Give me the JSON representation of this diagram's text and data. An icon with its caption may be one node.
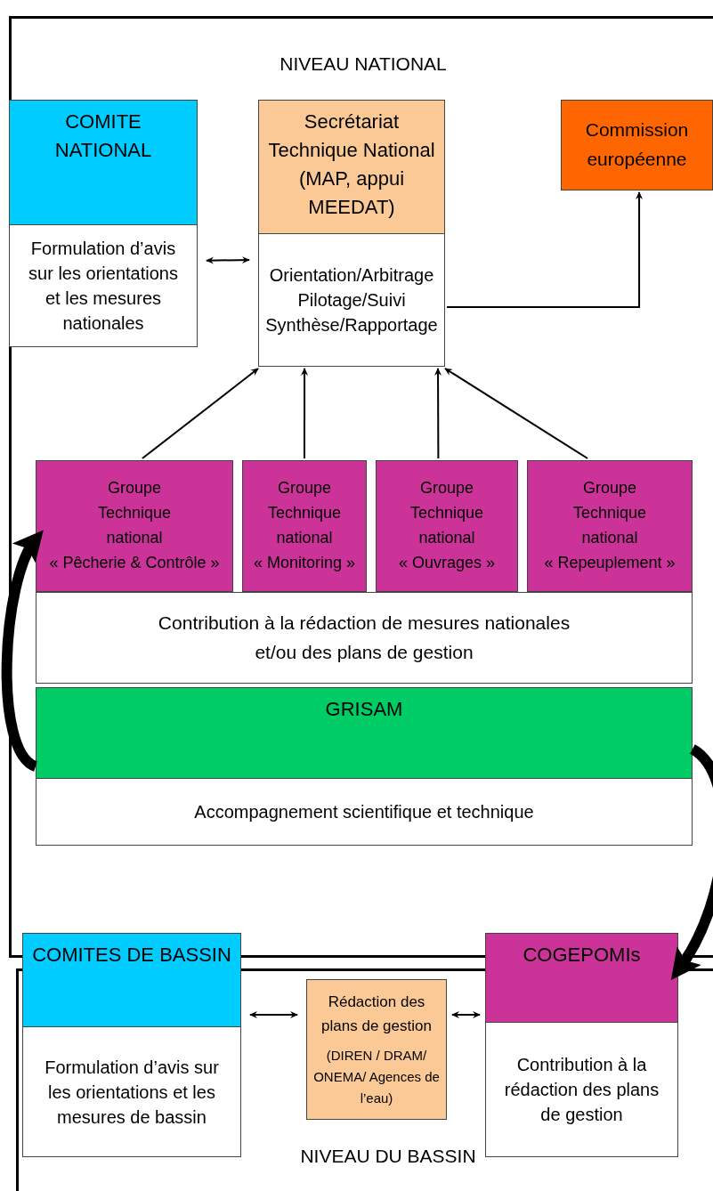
{
  "diagram": {
    "nodes": [
      {
        "text": [
          "NIVEAU NATIONAL"
        ]
      },
      {
        "text": [
          "COMITE NATIONAL",
          "Formulation d’avis sur les orientations et les mesures nationales"
        ],
        "in": 0
      },
      {
        "text": [
          "Secrétariat Technique National (MAP, appui MEEDAT)",
          "Orientation/Arbitrage Pilotage/Suivi Synthèse/Rapportage"
        ],
        "in": 0
      },
      {
        "text": [
          "Commission européenne"
        ],
        "in": 0
      },
      {
        "text": [
          "Groupe Technique national",
          "« Pêcherie & Contrôle »"
        ],
        "in": 0
      },
      {
        "text": [
          "Groupe Technique national",
          "« Monitoring »"
        ],
        "in": 0
      },
      {
        "text": [
          "Groupe Technique national",
          "« Ouvrages »"
        ],
        "in": 0
      },
      {
        "text": [
          "Groupe Technique national",
          "« Repeuplement »"
        ],
        "in": 0
      },
      {
        "text": [
          "Contribution à la rédaction de mesures nationales et/ou des plans de gestion"
        ],
        "in": 0
      },
      {
        "text": [
          "GRISAM",
          "Accompagnement scientifique et technique"
        ],
        "in": 0
      },
      {
        "text": [
          "NIVEAU DU BASSIN"
        ]
      },
      {
        "text": [
          "COMITES DE BASSIN",
          "Formulation d’avis sur les orientations et les mesures de bassin"
        ]
      },
      {
        "text": [
          "Rédaction des plans de gestion",
          "(DIREN / DRAM/ ONEMA/ Agences de l’eau)"
        ],
        "in": 10
      },
      {
        "text": [
          "COGEPOMIs",
          "Contribution à la rédaction des plans de gestion"
        ]
      }
    ],
    "edges": [
      {
        "from": 1,
        "to": 2,
        "arrow": "both"
      },
      {
        "from": 2,
        "to": 3,
        "arrow": "to"
      },
      {
        "from": 4,
        "to": 2,
        "arrow": "to"
      },
      {
        "from": 5,
        "to": 2,
        "arrow": "to"
      },
      {
        "from": 6,
        "to": 2,
        "arrow": "to"
      },
      {
        "from": 7,
        "to": 2,
        "arrow": "to"
      },
      {
        "from": 11,
        "to": 12,
        "arrow": "both"
      },
      {
        "from": 12,
        "to": 13,
        "arrow": "both"
      },
      {
        "from": 9,
        "to": 4,
        "arrow": "to",
        "style": "thick"
      },
      {
        "from": 9,
        "to": 13,
        "arrow": "to",
        "style": "thick"
      }
    ]
  }
}
